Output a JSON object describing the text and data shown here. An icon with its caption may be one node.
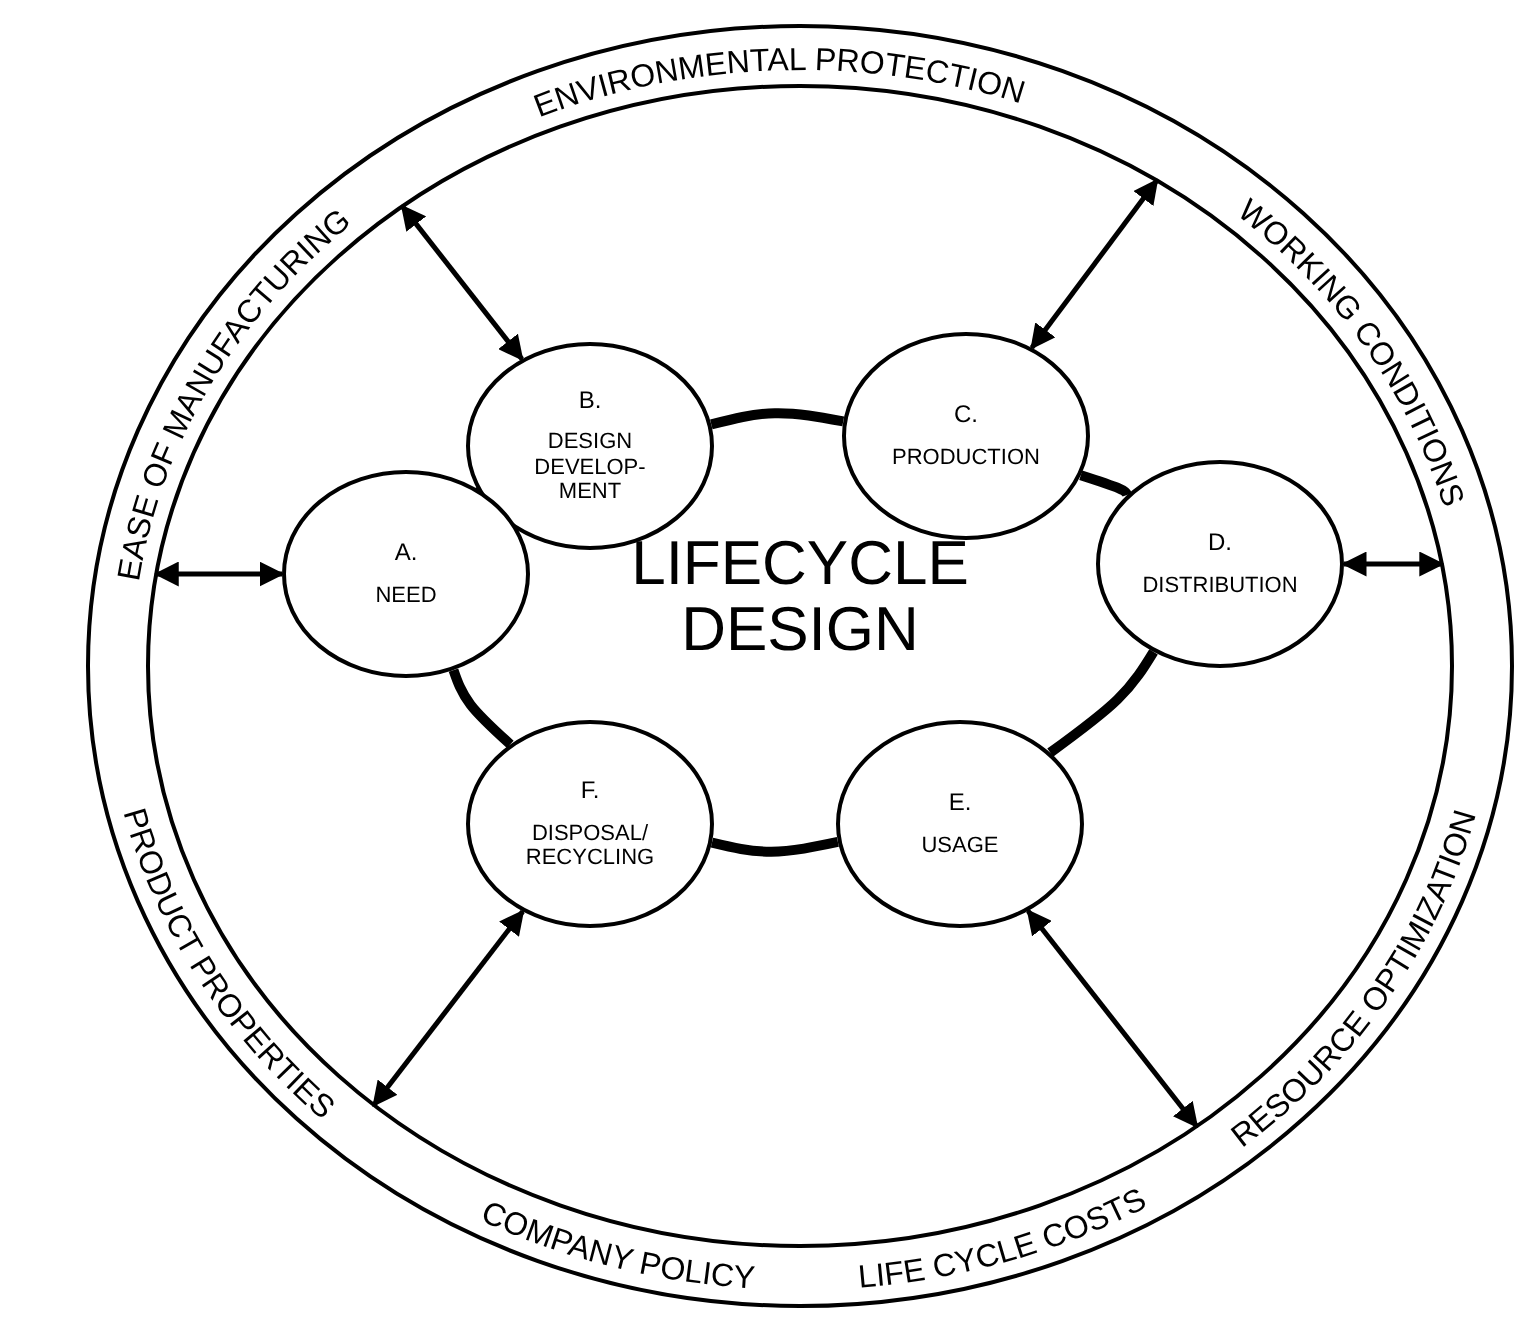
{
  "diagram": {
    "nodes": [
      {
        "text": [
          "ENVIRONMENTAL PROTECTION",
          "WORKING CONDITIONS",
          "RESOURCE OPTIMIZATION",
          "COMPANY POLICY",
          "LIFE CYCLE COSTS",
          "PRODUCT PROPERTIES",
          "EASE OF MANUFACTURING"
        ]
      },
      {
        "text": [
          "B.",
          "DESIGN DEVELOP- MENT"
        ],
        "in": 0
      },
      {
        "text": [
          "C.",
          "PRODUCTION"
        ],
        "in": 0
      },
      {
        "text": [
          "A.",
          "NEED"
        ],
        "in": 0
      },
      {
        "text": [
          "D.",
          "DISTRIBUTION"
        ],
        "in": 0
      },
      {
        "text": [
          "F.",
          "DISPOSAL/ RECYCLING"
        ],
        "in": 0
      },
      {
        "text": [
          "E.",
          "USAGE"
        ],
        "in": 0
      }
    ],
    "edges": [
      {
        "from": 3,
        "to": 1,
        "arrow": "none",
        "style": "thick"
      },
      {
        "from": 1,
        "to": 2,
        "arrow": "none",
        "style": "thick"
      },
      {
        "from": 2,
        "to": 4,
        "arrow": "none",
        "style": "thick"
      },
      {
        "from": 4,
        "to": 6,
        "arrow": "none",
        "style": "thick"
      },
      {
        "from": 6,
        "to": 5,
        "arrow": "none",
        "style": "thick"
      },
      {
        "from": 5,
        "to": 3,
        "arrow": "none",
        "style": "thick"
      },
      {
        "from": 1,
        "to": 0,
        "arrow": "both"
      },
      {
        "from": 2,
        "to": 0,
        "arrow": "both"
      },
      {
        "from": 3,
        "to": 0,
        "arrow": "both"
      },
      {
        "from": 4,
        "to": 0,
        "arrow": "both"
      },
      {
        "from": 5,
        "to": 0,
        "arrow": "both"
      },
      {
        "from": 6,
        "to": 0,
        "arrow": "both"
      }
    ],
    "labels": [
      "LIFECYCLE DESIGN"
    ]
  }
}
